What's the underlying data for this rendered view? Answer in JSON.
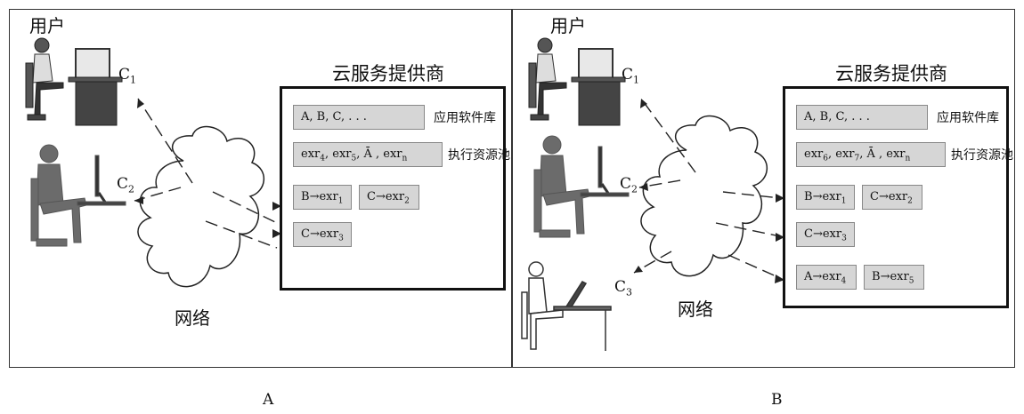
{
  "panels": [
    {
      "id": "A",
      "users_title": "用户",
      "provider_title": "云服务提供商",
      "network_label": "网络",
      "clients": [
        {
          "name": "C",
          "sub": "1"
        },
        {
          "name": "C",
          "sub": "2"
        }
      ],
      "software_library": {
        "value": "A, B, C, . . .",
        "label": "应用软件库"
      },
      "resource_pool": {
        "parts": [
          {
            "base": "exr",
            "sub": "4"
          },
          {
            "base": ", exr",
            "sub": "5"
          },
          {
            "base": ", Ā , exr",
            "sub": "n"
          }
        ],
        "label": "执行资源池"
      },
      "assignments": [
        {
          "app": "B",
          "arrow": "→",
          "exr": "exr",
          "sub": "1"
        },
        {
          "app": "C",
          "arrow": "→",
          "exr": "exr",
          "sub": "2"
        },
        {
          "app": "C",
          "arrow": "→",
          "exr": "exr",
          "sub": "3"
        }
      ],
      "caption": "A"
    },
    {
      "id": "B",
      "users_title": "用户",
      "provider_title": "云服务提供商",
      "network_label": "网络",
      "clients": [
        {
          "name": "C",
          "sub": "1"
        },
        {
          "name": "C",
          "sub": "2"
        },
        {
          "name": "C",
          "sub": "3"
        }
      ],
      "software_library": {
        "value": "A, B, C, . . .",
        "label": "应用软件库"
      },
      "resource_pool": {
        "parts": [
          {
            "base": "exr",
            "sub": "6"
          },
          {
            "base": ", exr",
            "sub": "7"
          },
          {
            "base": ", Ā , exr",
            "sub": "n"
          }
        ],
        "label": "执行资源池"
      },
      "assignments": [
        {
          "app": "B",
          "arrow": "→",
          "exr": "exr",
          "sub": "1"
        },
        {
          "app": "C",
          "arrow": "→",
          "exr": "exr",
          "sub": "2"
        },
        {
          "app": "C",
          "arrow": "→",
          "exr": "exr",
          "sub": "3"
        },
        {
          "app": "A",
          "arrow": "→",
          "exr": "exr",
          "sub": "4"
        },
        {
          "app": "B",
          "arrow": "→",
          "exr": "exr",
          "sub": "5"
        }
      ],
      "caption": "B"
    }
  ]
}
